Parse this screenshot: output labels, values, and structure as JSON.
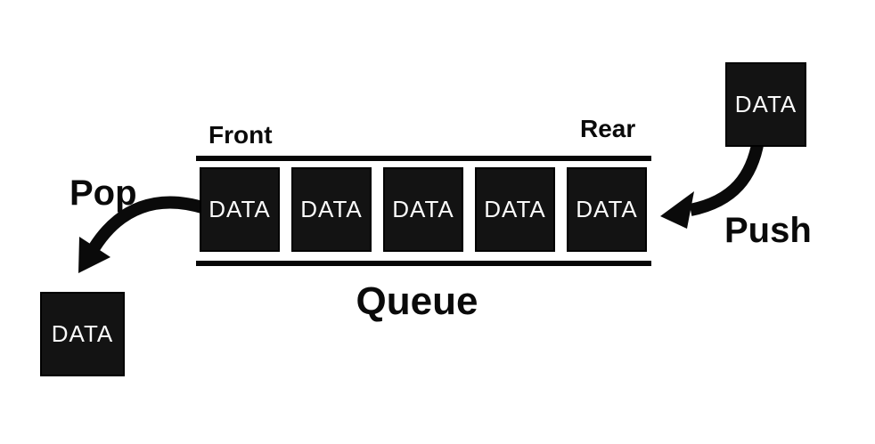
{
  "diagram": {
    "title": "Queue",
    "labels": {
      "front": "Front",
      "rear": "Rear",
      "pop": "Pop",
      "push": "Push"
    },
    "queue_cells": [
      "DATA",
      "DATA",
      "DATA",
      "DATA",
      "DATA"
    ],
    "incoming_cell": "DATA",
    "popped_cell": "DATA",
    "icons": {
      "pop_arrow": "curved-arrow-down-left",
      "push_arrow": "curved-arrow-left"
    },
    "colors": {
      "background": "#ffffff",
      "cell_fill": "#131313",
      "cell_text": "#fafafa",
      "line_and_label": "#0a0a0a"
    }
  }
}
